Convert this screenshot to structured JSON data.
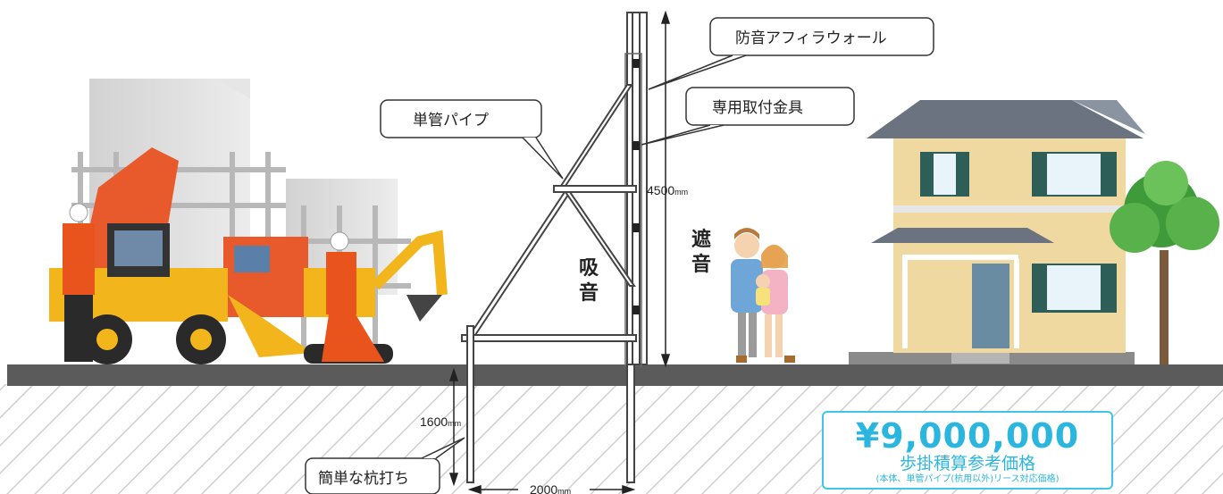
{
  "callouts": {
    "wall": "防音アフィラウォール",
    "bracket": "専用取付金具",
    "pipe": "単管パイプ",
    "pile": "簡単な杭打ち"
  },
  "dimensions": {
    "height_value": "4500",
    "height_unit": "mm",
    "depth_value": "1600",
    "depth_unit": "mm",
    "span_value": "2000",
    "span_unit": "mm"
  },
  "labels": {
    "absorb_1": "吸",
    "absorb_2": "音",
    "shield_1": "遮",
    "shield_2": "音"
  },
  "price": {
    "amount": "¥9,000,000",
    "label": "歩掛積算参考価格",
    "note": "(本体、単管パイプ(杭用以外)リース対応価格)"
  },
  "colors": {
    "accent": "#2bb6e0",
    "ground": "#5b5b5b",
    "house_wall": "#f0d9a0",
    "machine_yellow": "#f2b51c",
    "truck_orange": "#e85a2c"
  }
}
